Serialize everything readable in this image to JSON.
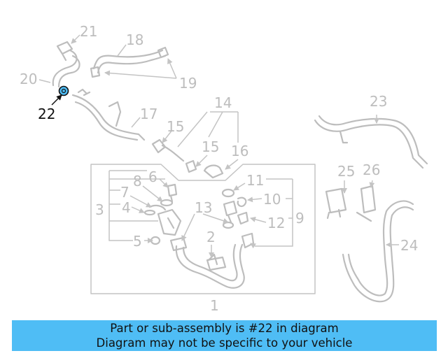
{
  "diagram": {
    "callouts": [
      "1",
      "2",
      "3",
      "4",
      "5",
      "6",
      "7",
      "8",
      "9",
      "10",
      "11",
      "12",
      "13",
      "14",
      "15",
      "15",
      "16",
      "17",
      "18",
      "19",
      "20",
      "21",
      "22",
      "23",
      "24",
      "25",
      "26"
    ],
    "highlighted_part": "22",
    "highlight_color": "#4fbdf5"
  },
  "banner": {
    "line1": "Part or sub-assembly is #22 in diagram",
    "line2": "Diagram may not be specific to your vehicle",
    "background": "#4fbdf5"
  }
}
